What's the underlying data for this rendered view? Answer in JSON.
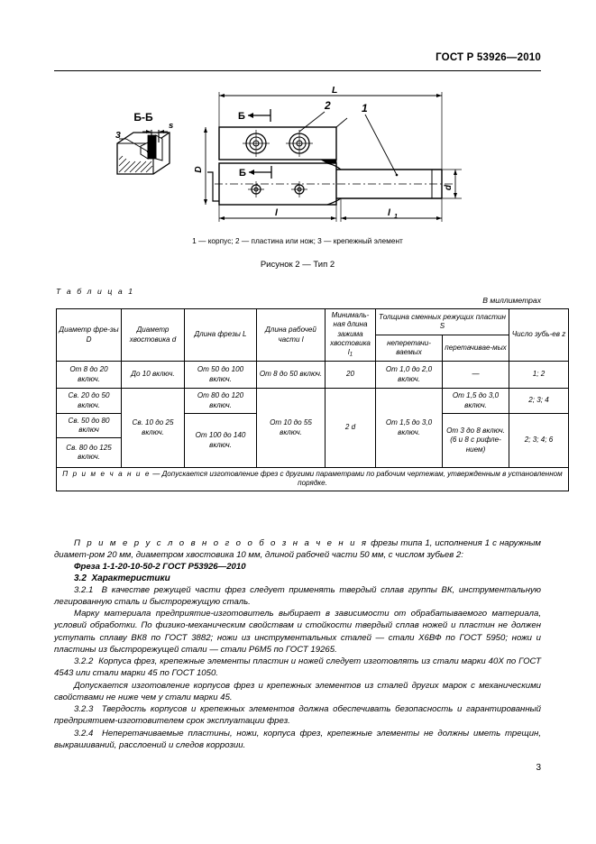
{
  "header": {
    "standard": "ГОСТ Р 53926—2010"
  },
  "figure": {
    "labels": {
      "section_bb": "Б-Б",
      "part_3": "3",
      "dim_s": "s",
      "dim_D": "D",
      "dim_d": "d",
      "dim_L": "L",
      "dim_l": "l",
      "dim_l1": "l",
      "dim_l1_sub": "1",
      "arrow_b_top": "Б",
      "arrow_b_bottom": "Б",
      "part_1": "1",
      "part_2": "2"
    },
    "legend": "1 — корпус; 2 — пластина или нож; 3 — крепежный элемент",
    "caption": "Рисунок 2 — Тип 2"
  },
  "table": {
    "title": "Т а б л и ц а 1",
    "units": "В миллиметрах",
    "headers": {
      "d_cutter": "Диаметр фре-зы D",
      "d_shank": "Диаметр хвостовика d",
      "len_cutter": "Длина фрезы L",
      "len_work": "Длина рабочей части l",
      "len_clamp_1": "Минималь-",
      "len_clamp_2": "ная длина",
      "len_clamp_3": "зажима",
      "len_clamp_4": "хвостовика",
      "len_clamp_5": "l",
      "len_clamp_5_sub": "1",
      "thickness_group": "Толщина сменных режущих пластин S",
      "thickness_non": "неперетачи-ваемых",
      "thickness_re": "перетачивае-мых",
      "teeth": "Число зубь-ев z"
    },
    "rows": [
      {
        "d_cutter": "От 8 до 20 включ.",
        "d_shank": "До 10 включ.",
        "len_cutter": "От 50 до 100 включ.",
        "len_work": "От 8 до 50 включ.",
        "len_clamp": "20",
        "thickness_non": "От 1,0 до 2,0 включ.",
        "thickness_re": "—",
        "teeth": "1; 2"
      },
      {
        "d_cutter": "Св. 20 до 50 включ.",
        "d_shank": "Св. 10 до 25 включ.",
        "len_cutter": "От 80 до 120 включ.",
        "len_work": "От 10 до 55 включ.",
        "len_clamp": "2 d",
        "thickness_non": "От 1,5 до 3,0 включ.",
        "thickness_re": "От 1,5 до 3,0 включ.",
        "teeth": "2; 3; 4"
      },
      {
        "d_cutter": "Св. 50 до 80 включ",
        "len_cutter": "От 100 до 140 включ.",
        "thickness_re": "От 3 до 8 включ. (6 и 8 с рифле-нием)",
        "teeth": "2; 3; 4; 6"
      },
      {
        "d_cutter": "Св. 80 до 125 включ."
      }
    ],
    "note_lead": "П р и м е ч а н и е",
    "note_text": " — Допускается изготовление фрез с другими параметрами по рабочим чертежам, утвержденным в установленном порядке."
  },
  "body": {
    "example_lead": "П р и м е р   у с л о в н о г о   о б о з н а ч е н и я",
    "example_text": " фрезы типа 1, исполнения 1 с наружным диамет-ром 20 мм, диаметром хвостовика 10 мм, длиной рабочей части 50 мм, с числом зубьев 2:",
    "designation": "Фреза 1-1-20-10-50-2 ГОСТ Р53926—2010",
    "section_number": "3.2",
    "section_title": "Характеристики",
    "paragraphs": [
      {
        "num": "3.2.1",
        "text": "В качестве режущей части фрез следует применять твердый сплав группы ВК, инструментальную легированную сталь и быстрорежущую сталь."
      },
      {
        "num": "",
        "text": "Марку материала предприятие-изготовитель выбирает в зависимости от обрабатываемого материала, условий обработки. По физико-механическим свойствам и стойкости твердый сплав ножей и пластин не должен уступать сплаву ВК8 по ГОСТ 3882; ножи из инструментальных сталей — стали Х6ВФ по ГОСТ 5950; ножи и пластины из быстрорежущей стали — стали Р6М5 по ГОСТ 19265."
      },
      {
        "num": "3.2.2",
        "text": "Корпуса фрез, крепежные элементы пластин и ножей следует изготовлять из стали марки 40Х по ГОСТ 4543 или стали марки 45 по ГОСТ 1050."
      },
      {
        "num": "",
        "text": "Допускается изготовление корпусов фрез и крепежных элементов из сталей других марок с механическими свойствами не ниже чем у стали марки 45."
      },
      {
        "num": "3.2.3",
        "text": "Твердость корпусов и крепежных элементов должна обеспечивать безопасность и гарантированный предприятием-изготовителем срок эксплуатации фрез."
      },
      {
        "num": "3.2.4",
        "text": "Неперетачиваемые пластины, ножи, корпуса фрез, крепежные элементы не должны иметь трещин, выкрашиваний, расслоений и следов коррозии."
      }
    ]
  },
  "footer": {
    "page_number": "3"
  }
}
